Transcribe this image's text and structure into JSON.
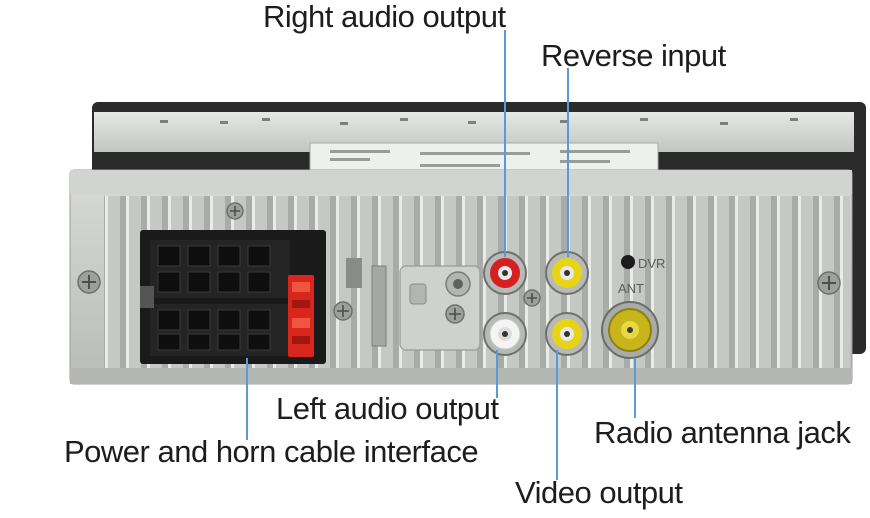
{
  "labels": {
    "right_audio": "Right audio output",
    "reverse": "Reverse input",
    "left_audio": "Left audio output",
    "power_horn": "Power and horn cable interface",
    "radio_antenna": "Radio antenna jack",
    "video": "Video output"
  },
  "panel_markings": {
    "dvr": "DVR",
    "ant": "ANT"
  },
  "colors": {
    "leader_line": "#5b9bd5",
    "panel": "#c9cbc8",
    "jack_red": "#d42020",
    "jack_yellow": "#e8d416",
    "jack_white": "#f4f4f4",
    "connector": "#1a1a1a",
    "fuse": "#e0281e"
  }
}
